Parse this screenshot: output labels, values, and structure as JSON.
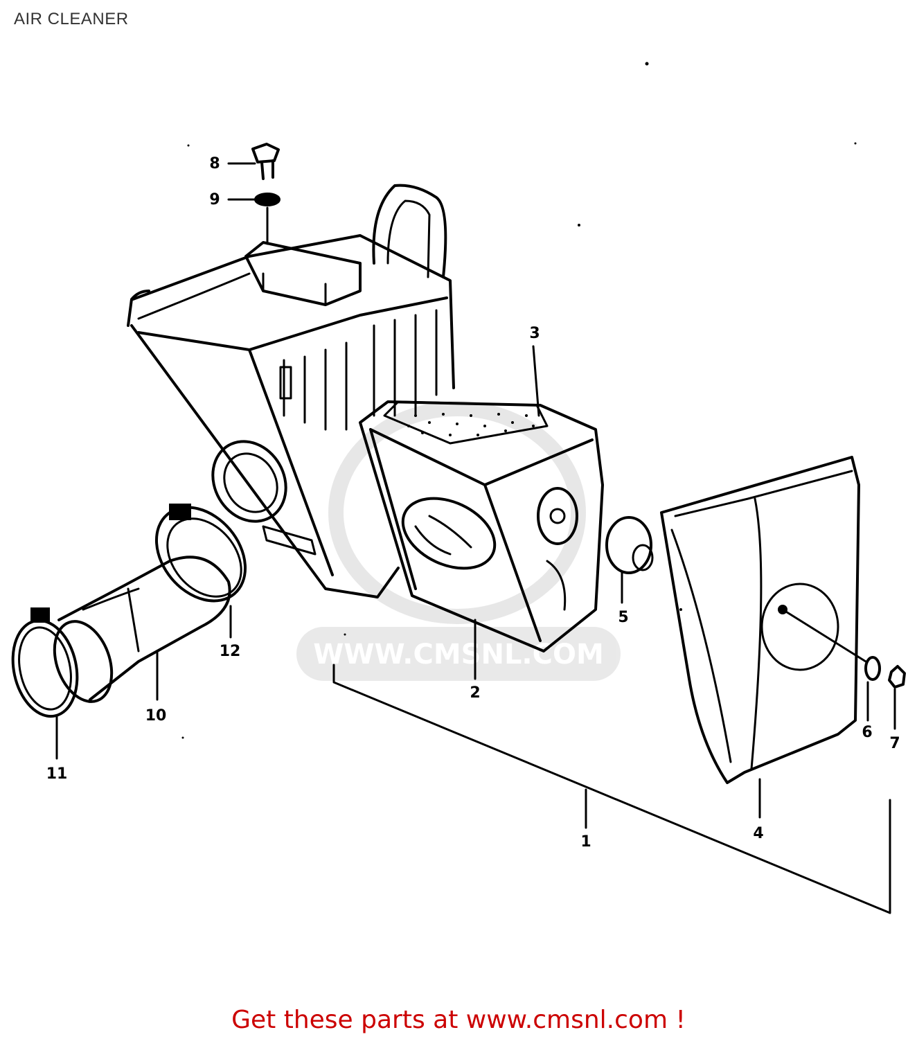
{
  "title": "AIR CLEANER",
  "footer": "Get these parts at www.cmsnl.com !",
  "watermark": "WWW.CMSNL.COM",
  "callouts": [
    "1",
    "2",
    "3",
    "4",
    "5",
    "6",
    "7",
    "8",
    "9",
    "10",
    "11",
    "12"
  ]
}
